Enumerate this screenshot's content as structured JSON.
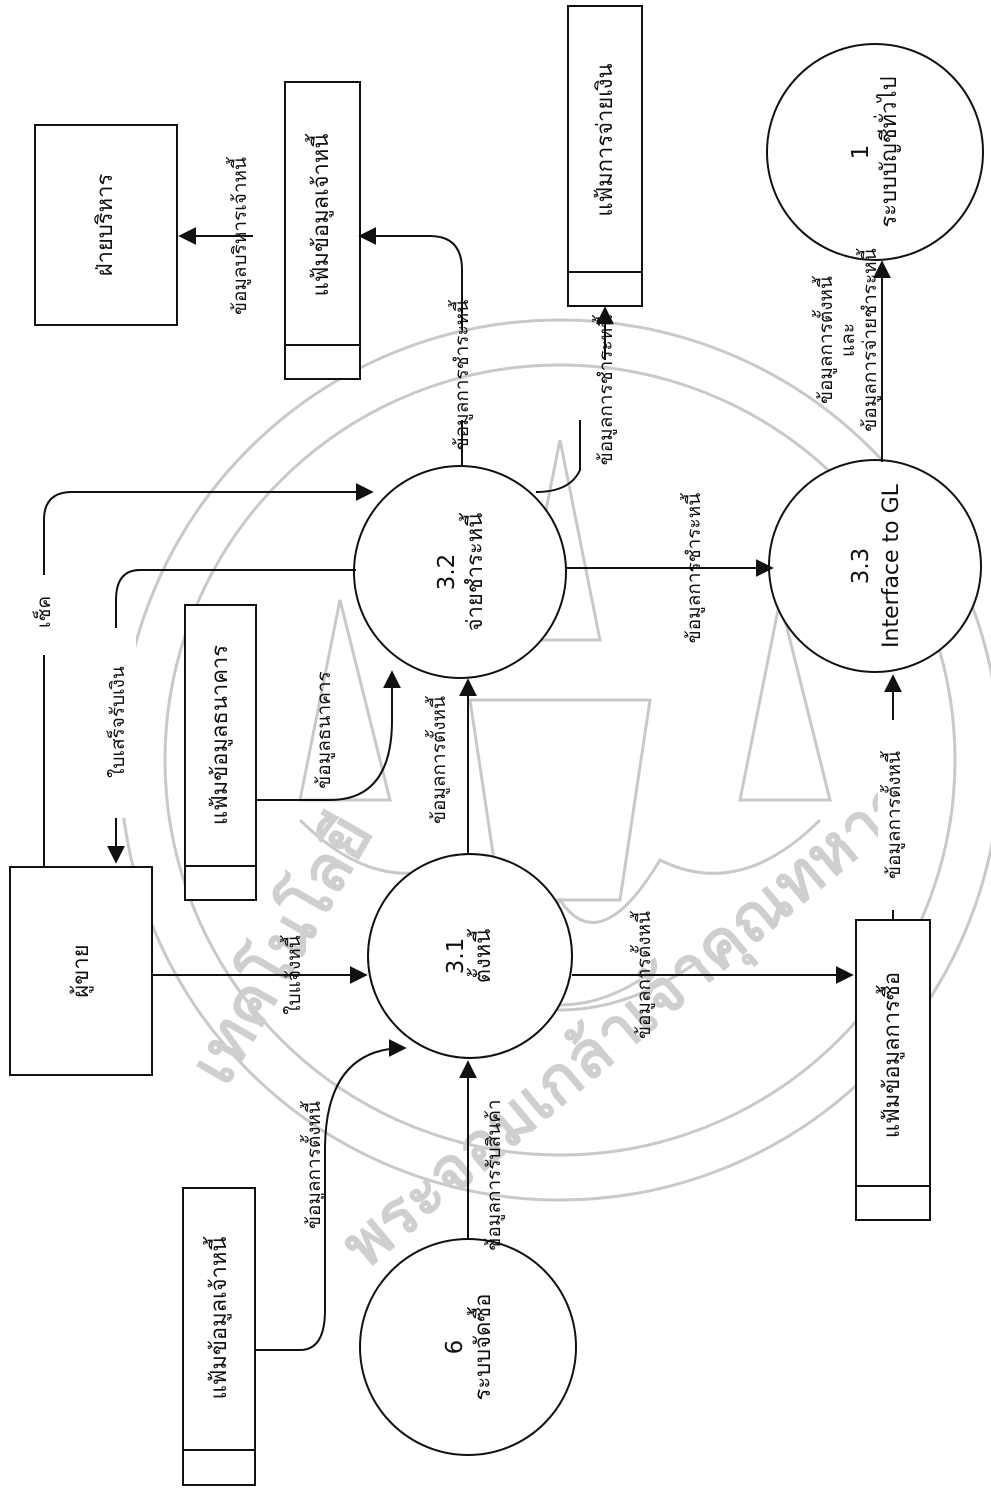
{
  "processes": {
    "p31": {
      "number": "3.1",
      "name": "ตั้งหนี้"
    },
    "p32": {
      "number": "3.2",
      "name": "จ่ายชำระหนี้"
    },
    "p33": {
      "number": "3.3",
      "name": "Interface to GL"
    },
    "p1": {
      "number": "1",
      "name": "ระบบบัญชีทั่วไป"
    },
    "p6": {
      "number": "6",
      "name": "ระบบจัดซื้อ"
    }
  },
  "entities": {
    "seller": "ผู้ขาย",
    "management": "ฝ่ายบริหาร"
  },
  "stores": {
    "creditor_top": "แฟ้มข้อมูลเจ้าหนี้",
    "payment": "แฟ้มการจ่ายเงิน",
    "bank": "แฟ้มข้อมูลธนาคาร",
    "purchase": "แฟ้มข้อมูลการซื้อ",
    "creditor_bottom": "แฟ้มข้อมูลเจ้าหนี้"
  },
  "flows": {
    "cheque": "เช็ค",
    "receipt": "ใบเสร็จรับเงิน",
    "invoice": "ใบแจ้งหนี้",
    "bank_data": "ข้อมูลธนาคาร",
    "setup_debt_31_32": "ข้อมูลการตั้งหนี้",
    "setup_debt_31_purchase": "ข้อมูลการตั้งหนี้",
    "setup_debt_purchase_33": "ข้อมูลการตั้งหนี้",
    "setup_debt_creditor_31": "ข้อมูลการตั้งหนี้",
    "goods_received": "ข้อมูลการรับสินค้า",
    "payment_32_creditor": "ข้อมูลการชำระหนี้",
    "payment_32_file": "ข้อมูลการชำระหนี้",
    "payment_32_33": "ข้อมูลการชำระหนี้",
    "creditor_mgmt": "ข้อมูลบริหารเจ้าหนี้",
    "gl_line1": "ข้อมูลการตั้งหนี้",
    "gl_line2": "และ",
    "gl_line3": "ข้อมูลการจ่ายชำระหนี้"
  },
  "watermark": {
    "seal_text": "พระจอมเกล้าเจ้าคุณทหาร",
    "left_text": "เทคโนโลยี"
  }
}
